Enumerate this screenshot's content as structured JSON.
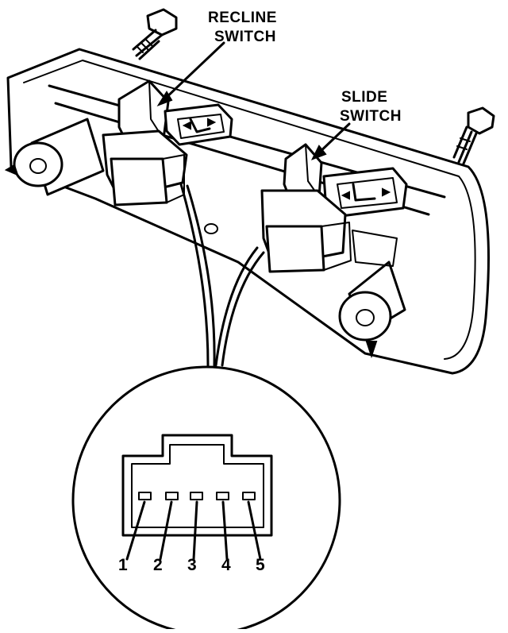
{
  "labels": {
    "recline_line1": "RECLINE",
    "recline_line2": "SWITCH",
    "slide_line1": "SLIDE",
    "slide_line2": "SWITCH"
  },
  "connector": {
    "pins": [
      "1",
      "2",
      "3",
      "4",
      "5"
    ]
  },
  "colors": {
    "ink": "#000000",
    "paper": "#ffffff"
  }
}
